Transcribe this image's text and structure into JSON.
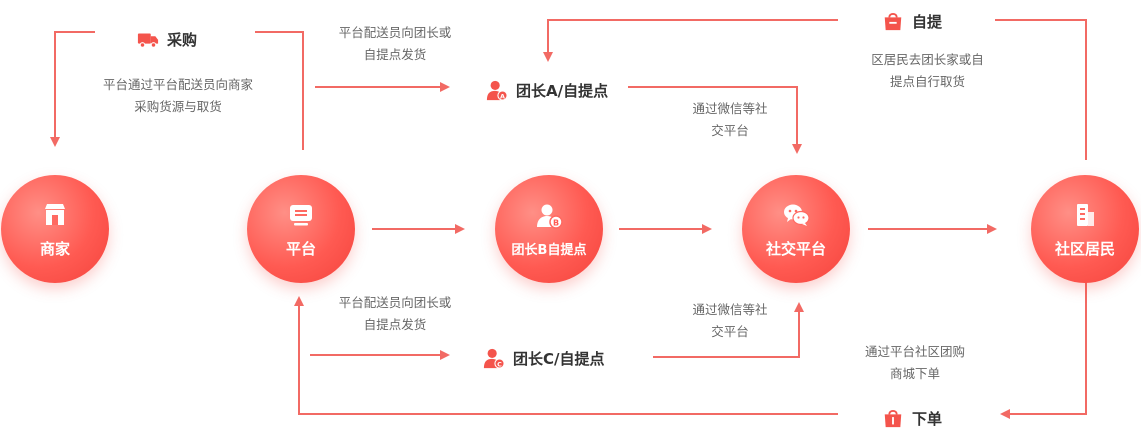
{
  "nodes": {
    "merchant": "商家",
    "platform": "平台",
    "leader_b": "团长B自提点",
    "social": "社交平台",
    "resident": "社区居民"
  },
  "tags": {
    "purchase": "采购",
    "leader_a": "团长A/自提点",
    "leader_c": "团长C/自提点",
    "pickup": "自提",
    "order": "下单"
  },
  "descriptions": {
    "purchase_1": "平台通过平台配送员向商家",
    "purchase_2": "采购货源与取货",
    "ship_a_1": "平台配送员向团长或",
    "ship_a_2": "自提点发货",
    "ship_c_1": "平台配送员向团长或",
    "ship_c_2": "自提点发货",
    "wechat_a_1": "通过微信等社",
    "wechat_a_2": "交平台",
    "wechat_c_1": "通过微信等社",
    "wechat_c_2": "交平台",
    "pickup_1": "区居民去团长家或自",
    "pickup_2": "提点自行取货",
    "order_1": "通过平台社区团购",
    "order_2": "商城下单"
  },
  "colors": {
    "accent": "#f4544c",
    "line": "#f26a64",
    "text": "#333333",
    "muted": "#666666"
  }
}
